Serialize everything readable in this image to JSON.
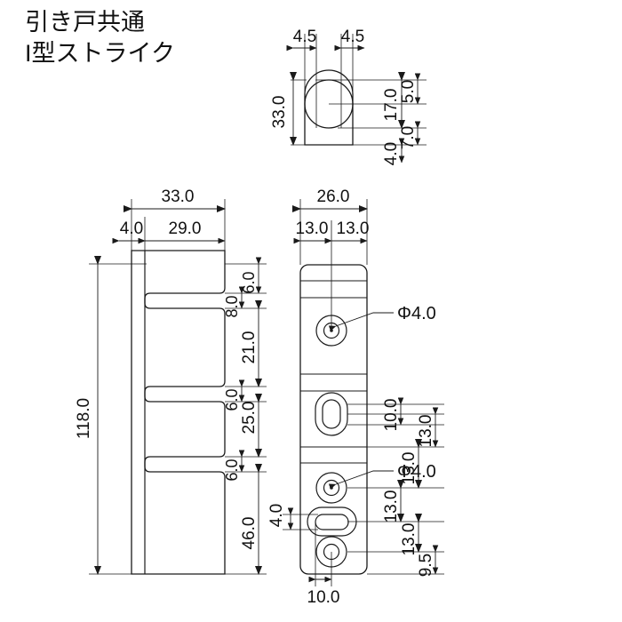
{
  "title": {
    "line1": "引き戸共通",
    "line2": "I型ストライク"
  },
  "drawing": {
    "kind": "mechanical-drawing",
    "units": "mm",
    "part_name": "I型ストライク",
    "category": "引き戸共通",
    "line_color": "#1a1a1a",
    "background": "#ffffff"
  },
  "views": {
    "top": {
      "name": "top-view",
      "label": "",
      "dimensions": {
        "left_offset": "4.5",
        "right_offset": "4.5",
        "height": "33.0",
        "stack_right": [
          "5.0",
          "17.0",
          "7.0",
          "4.0"
        ]
      }
    },
    "front": {
      "name": "front-view",
      "label": "",
      "dimensions": {
        "overall_width": "33.0",
        "spine_width": "4.0",
        "tab_width": "29.0",
        "overall_height": "118.0",
        "stack_right": [
          "6.0",
          "8.0",
          "21.0",
          "6.0",
          "25.0",
          "6.0",
          "46.0"
        ]
      }
    },
    "side": {
      "name": "side-view",
      "label": "",
      "dimensions": {
        "overall_width": "26.0",
        "half_left": "13.0",
        "half_right": "13.0",
        "slot_width": "10.0",
        "slot_height_note": "13.0",
        "bottom_slot_height": "4.0",
        "bottom_offset": "9.5",
        "bottom_width": "10.0",
        "stack_right": [
          "10.0",
          "13.0",
          "13.0",
          "13.0",
          "9.5"
        ]
      },
      "callouts": [
        {
          "text": "Φ4.0",
          "target": "upper-round-hole"
        },
        {
          "text": "Φ4.0",
          "target": "lower-round-hole"
        }
      ]
    }
  },
  "labels": {
    "d4_5_left": "4.5",
    "d4_5_right": "4.5",
    "d33_0_top": "33.0",
    "d5_0": "5.0",
    "d17_0": "17.0",
    "d7_0": "7.0",
    "d4_0_top": "4.0",
    "d33_0_front": "33.0",
    "d4_0_front": "4.0",
    "d29_0": "29.0",
    "d118_0": "118.0",
    "d6_0_a": "6.0",
    "d8_0": "8.0",
    "d21_0": "21.0",
    "d6_0_b": "6.0",
    "d25_0": "25.0",
    "d6_0_c": "6.0",
    "d46_0": "46.0",
    "d26_0": "26.0",
    "d13_0_left": "13.0",
    "d13_0_right": "13.0",
    "phi4_upper": "Φ4.0",
    "phi4_lower": "Φ4.0",
    "d10_0_slot": "10.0",
    "d13_0_s1": "13.0",
    "d13_0_s2": "13.0",
    "d13_0_s3": "13.0",
    "d9_5": "9.5",
    "d4_0_bottom": "4.0",
    "d10_0_bottom": "10.0"
  }
}
